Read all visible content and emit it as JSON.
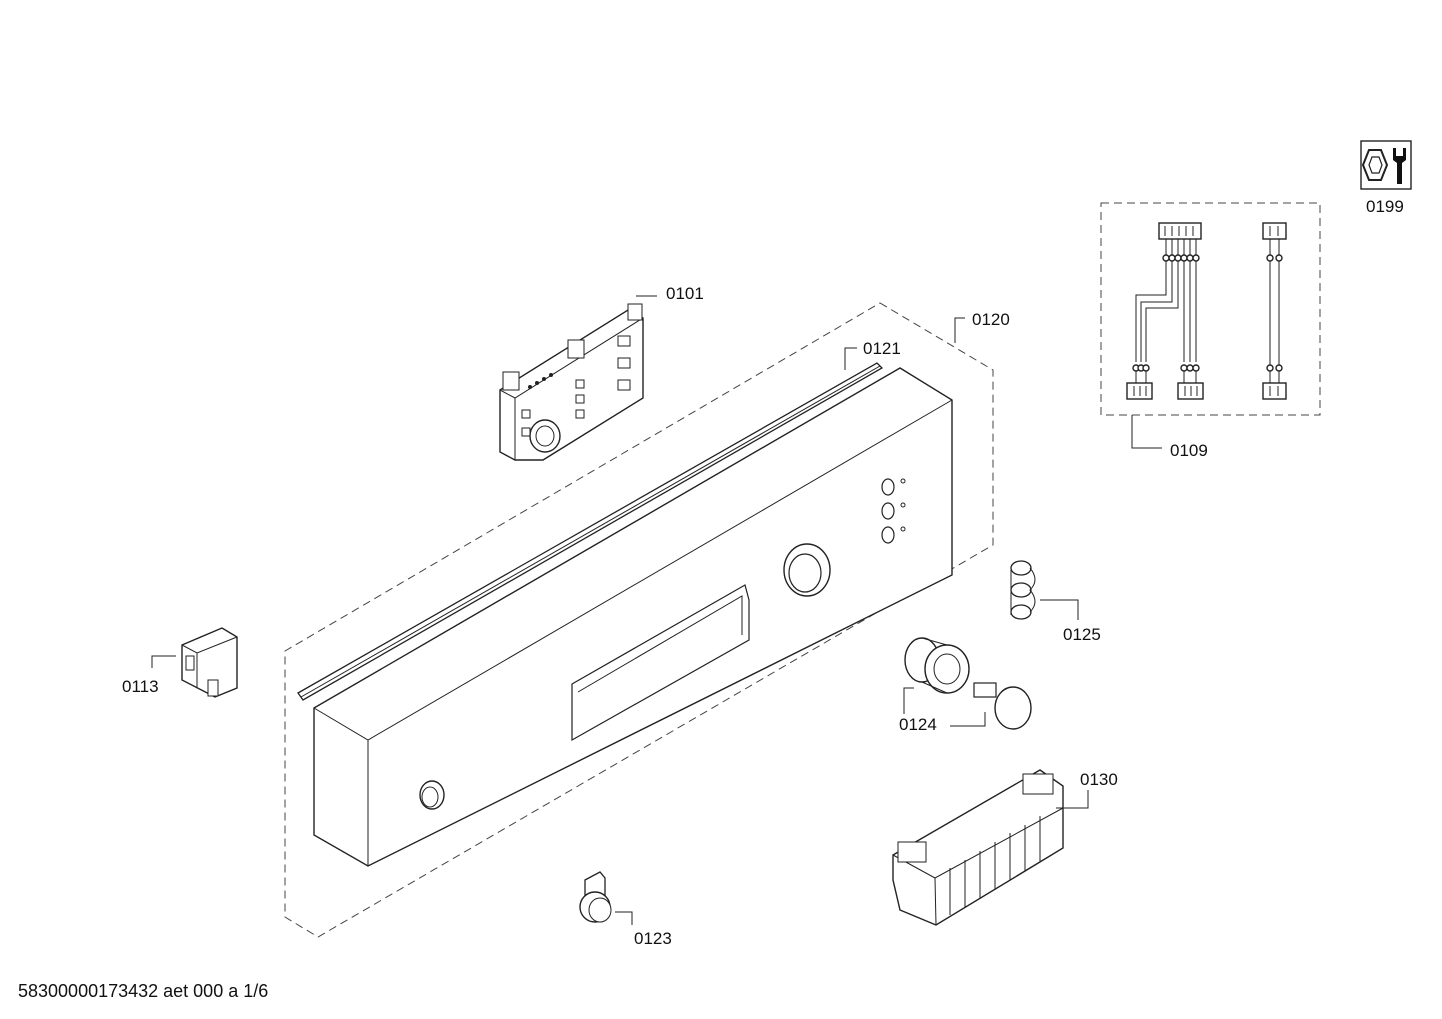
{
  "parts": {
    "p0101": "0101",
    "p0120": "0120",
    "p0121": "0121",
    "p0109": "0109",
    "p0199": "0199",
    "p0113": "0113",
    "p0125": "0125",
    "p0124": "0124",
    "p0130": "0130",
    "p0123": "0123"
  },
  "footer": "58300000173432 aet 000 a 1/6"
}
